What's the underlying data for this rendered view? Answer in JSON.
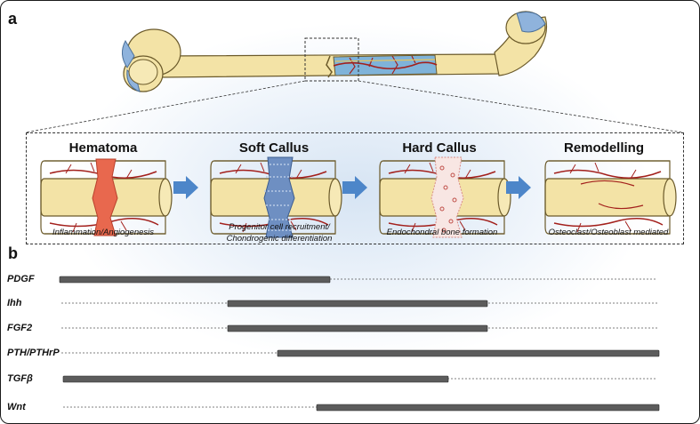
{
  "panels": {
    "a": "a",
    "b": "b"
  },
  "stages": [
    {
      "title": "Hematoma",
      "caption_lines": [
        "Inflammation/Angiogenesis"
      ]
    },
    {
      "title": "Soft Callus",
      "caption_lines": [
        "Progenitor cell recruitment/",
        "Chondrogenic differentiation"
      ]
    },
    {
      "title": "Hard Callus",
      "caption_lines": [
        "Endochondral bone formation"
      ]
    },
    {
      "title": "Remodelling",
      "caption_lines": [
        "Osteoclast/Osteoblast mediated"
      ]
    }
  ],
  "genes": [
    "PDGF",
    "Ihh",
    "FGF2",
    "PTH/PTHrP",
    "TGFβ",
    "Wnt"
  ],
  "colors": {
    "bone": "#f3e3a6",
    "bone_outline": "#6b5a2a",
    "bone_end": "#8fb3dc",
    "vessel": "#a3201c",
    "hematoma": "#e8684e",
    "cartilage": "#6e8fc2",
    "arrow": "#4d86c9",
    "bar": "#5c5c5c"
  }
}
